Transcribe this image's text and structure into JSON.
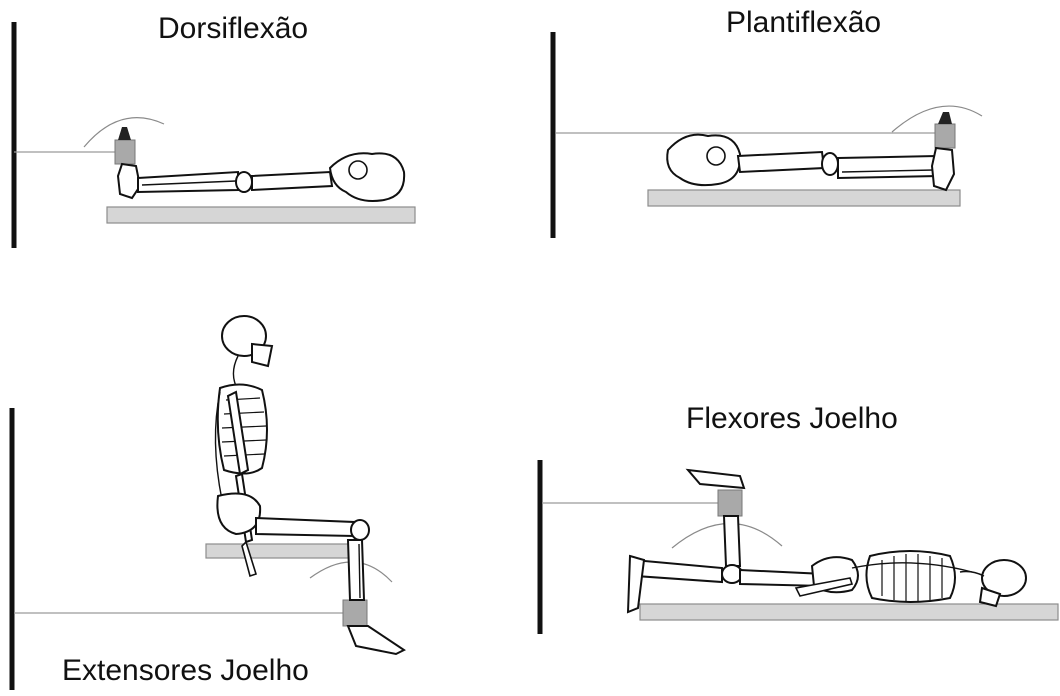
{
  "panels": {
    "dorsiflexion": {
      "title": "Dorsiflexão"
    },
    "plantarflexion": {
      "title": "Plantiflexão"
    },
    "knee_extensors": {
      "title": "Extensores Joelho"
    },
    "knee_flexors": {
      "title": "Flexores Joelho"
    }
  },
  "colors": {
    "table": "#d6d6d6",
    "dynamometer_pad": "#a9a9a9",
    "cable": "#9a9a9a",
    "wall": "#111111",
    "bone_outline": "#111111"
  }
}
